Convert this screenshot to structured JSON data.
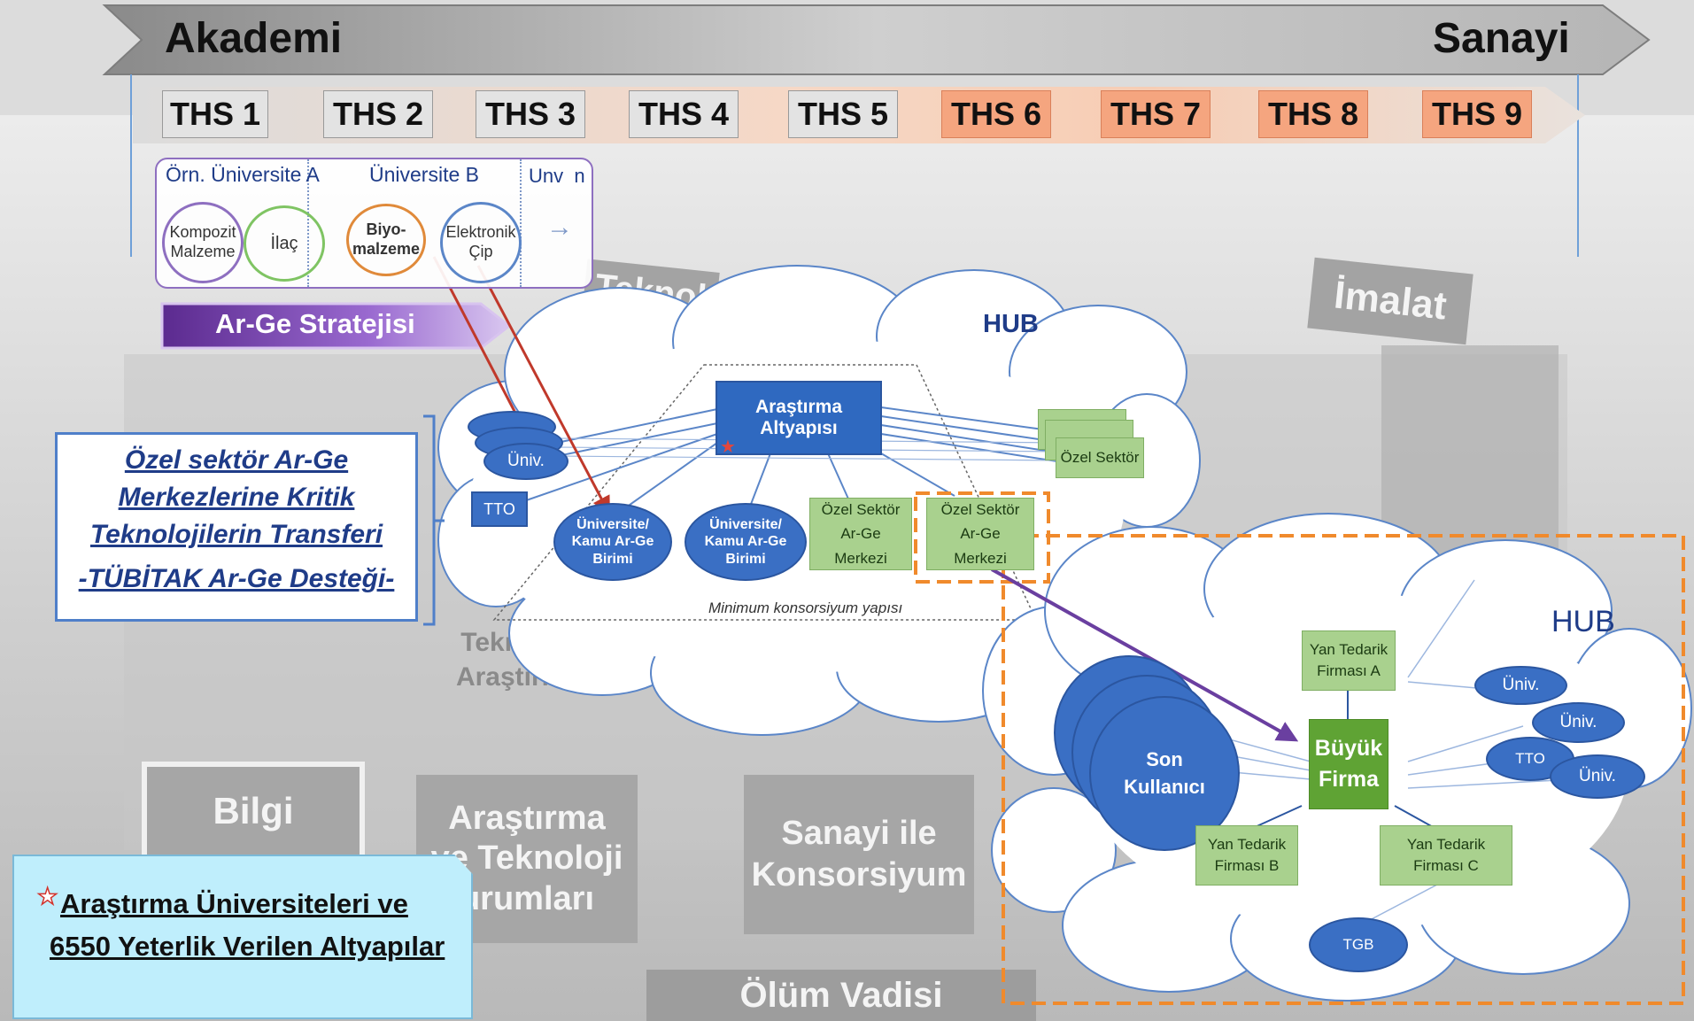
{
  "top_arrow": {
    "left_label": "Akademi",
    "right_label": "Sanayi"
  },
  "ths_stages": [
    {
      "label": "THS 1",
      "tone": "gray"
    },
    {
      "label": "THS 2",
      "tone": "gray"
    },
    {
      "label": "THS 3",
      "tone": "gray"
    },
    {
      "label": "THS 4",
      "tone": "gray"
    },
    {
      "label": "THS 5",
      "tone": "gray"
    },
    {
      "label": "THS 6",
      "tone": "orange"
    },
    {
      "label": "THS 7",
      "tone": "orange"
    },
    {
      "label": "THS 8",
      "tone": "orange"
    },
    {
      "label": "THS 9",
      "tone": "orange"
    }
  ],
  "universities_panel": {
    "uni_a_title": "Örn. Üniversite A",
    "uni_b_title": "Üniversite B",
    "uni_n_title": "Unv  n",
    "arrow_glyph": "→",
    "fields": [
      "Kompozit Malzeme",
      "İlaç",
      "Biyo-malzeme",
      "Elektronik Çip"
    ]
  },
  "strategy_banner": "Ar-Ge Stratejisi",
  "background_labels": {
    "teknoloji_sign": "Teknol",
    "imalat_sign": "İmalat",
    "teknoloji_arastirma": "Teknoloji Araştırma",
    "bilgi": "Bilgi",
    "arastirma_teknoloji": "Araştırma ve Teknoloji urumları",
    "sanayi_konsorsiyum": "Sanayi ile Konsorsiyum",
    "olum_vadisi": "Ölüm Vadisi"
  },
  "callout": {
    "line1": "Özel sektör Ar-Ge",
    "line2": "Merkezlerine Kritik",
    "line3": "Teknolojilerin Transferi",
    "line4": "-TÜBİTAK Ar-Ge Desteği-"
  },
  "hub1": {
    "title": "HUB",
    "center": "Araştırma Altyapısı",
    "univ_stack": "Üniv.",
    "tto": "TTO",
    "kamu1": "Üniversite/ Kamu Ar-Ge Birimi",
    "kamu2": "Üniversite/ Kamu Ar-Ge Birimi",
    "ozel_merkez1": "Özel Sektör Ar-Ge Merkezi",
    "ozel_merkez2": "Özel Sektör Ar-Ge Merkezi",
    "ozel_sektor": "Özel Sektör",
    "caption": "Minimum konsorsiyum yapısı"
  },
  "hub2": {
    "title": "HUB",
    "center": "Büyük Firma",
    "son_kullanici": "Son Kullanıcı",
    "yan_a": "Yan Tedarik Firması A",
    "yan_b": "Yan Tedarik Firması B",
    "yan_c": "Yan Tedarik Firması C",
    "univ1": "Üniv.",
    "univ2": "Üniv.",
    "univ3": "Üniv.",
    "tto": "TTO",
    "tgb": "TGB"
  },
  "legend": {
    "star_glyph": "★",
    "line1": "Araştırma Üniversiteleri ve",
    "line2": "6550 Yeterlik Verilen Altyapılar"
  },
  "colors": {
    "blue": "#3a6fc4",
    "green_light": "#a9d18e",
    "green_dark": "#5fa334",
    "orange_dash": "#f08a2c",
    "purple": "#7b4fb5",
    "red_arrow": "#c0392b",
    "callout_text": "#1f3c88",
    "legend_bg": "#bfeefc"
  }
}
